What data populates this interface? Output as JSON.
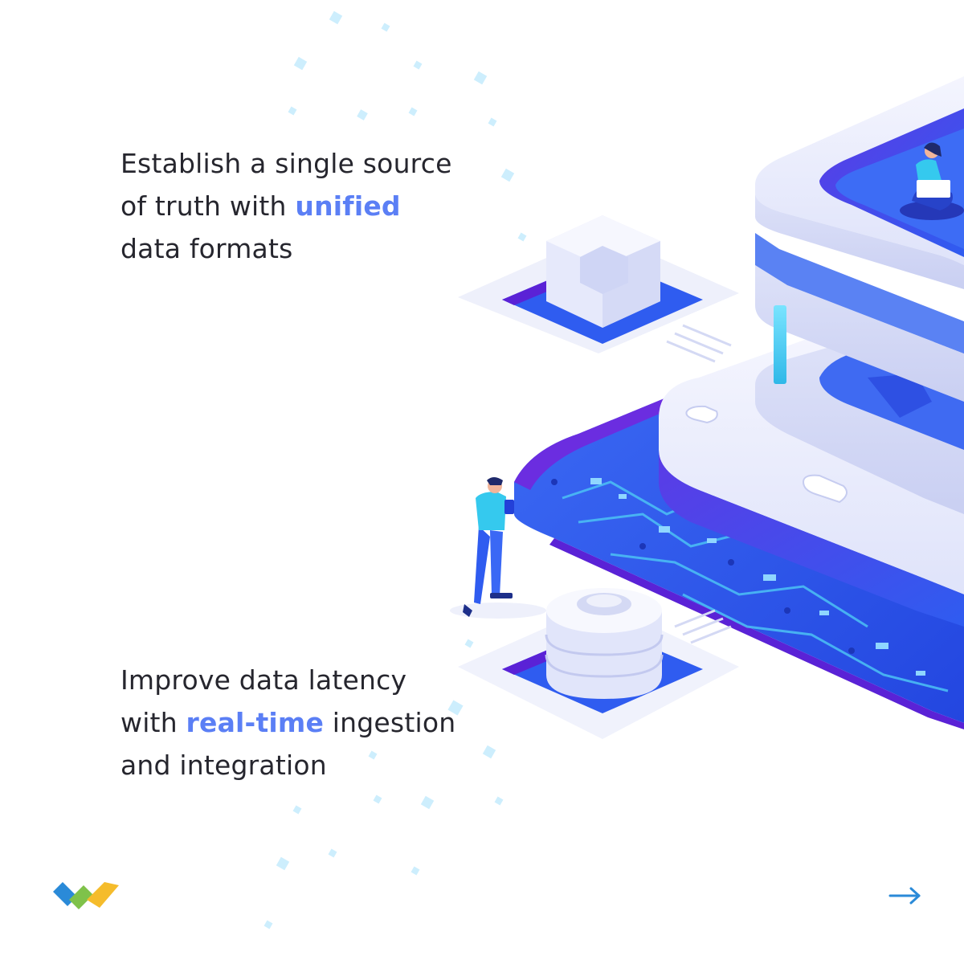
{
  "headline_top": {
    "line1": "Establish a single source",
    "line2_before": "of truth with ",
    "line2_accent": "unified",
    "line3": "data formats"
  },
  "headline_bottom": {
    "line1": "Improve data latency",
    "line2_before": "with ",
    "line2_accent": "real-time",
    "line2_after": " ingestion",
    "line3": "and integration"
  },
  "colors": {
    "text": "#26262e",
    "accent": "#5b7ff5",
    "primary_blue": "#2f5cf0",
    "deep_violet": "#5a22d6",
    "light_platform": "#e6e9fb",
    "cyan": "#35c9ee",
    "logo_blue": "#2a8ad8",
    "logo_green": "#7fc24a",
    "logo_yellow": "#f5bc2c",
    "arrow": "#2a8ad8"
  },
  "icons": {
    "logo": "brand-logo",
    "next": "arrow-right-icon"
  }
}
